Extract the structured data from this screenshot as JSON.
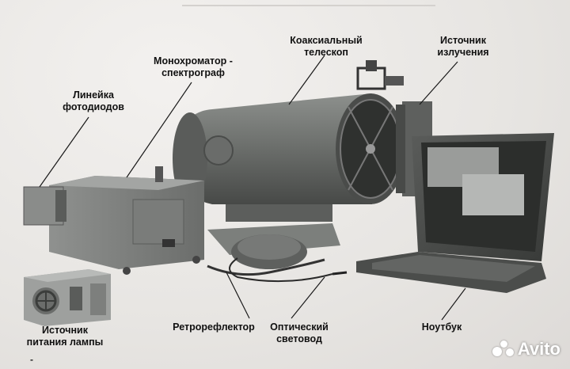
{
  "labels": {
    "telescope": "Коаксиальный телескоп",
    "source": "Источник излучения",
    "monochromator": "Монохроматор - спектрограф",
    "photodiodes": "Линейка фотодиодов",
    "power_supply": "Источник питания лампы",
    "retroreflector": "Ретрорефлектор",
    "fiber": "Оптический световод",
    "laptop": "Ноутбук"
  },
  "watermark": {
    "brand": "Avito"
  },
  "colors": {
    "background": "#eceae8",
    "device": "#6a6d6a",
    "device_dark": "#3d3f3d",
    "device_light": "#9c9f9c",
    "leader_line": "#1a1a1a"
  }
}
